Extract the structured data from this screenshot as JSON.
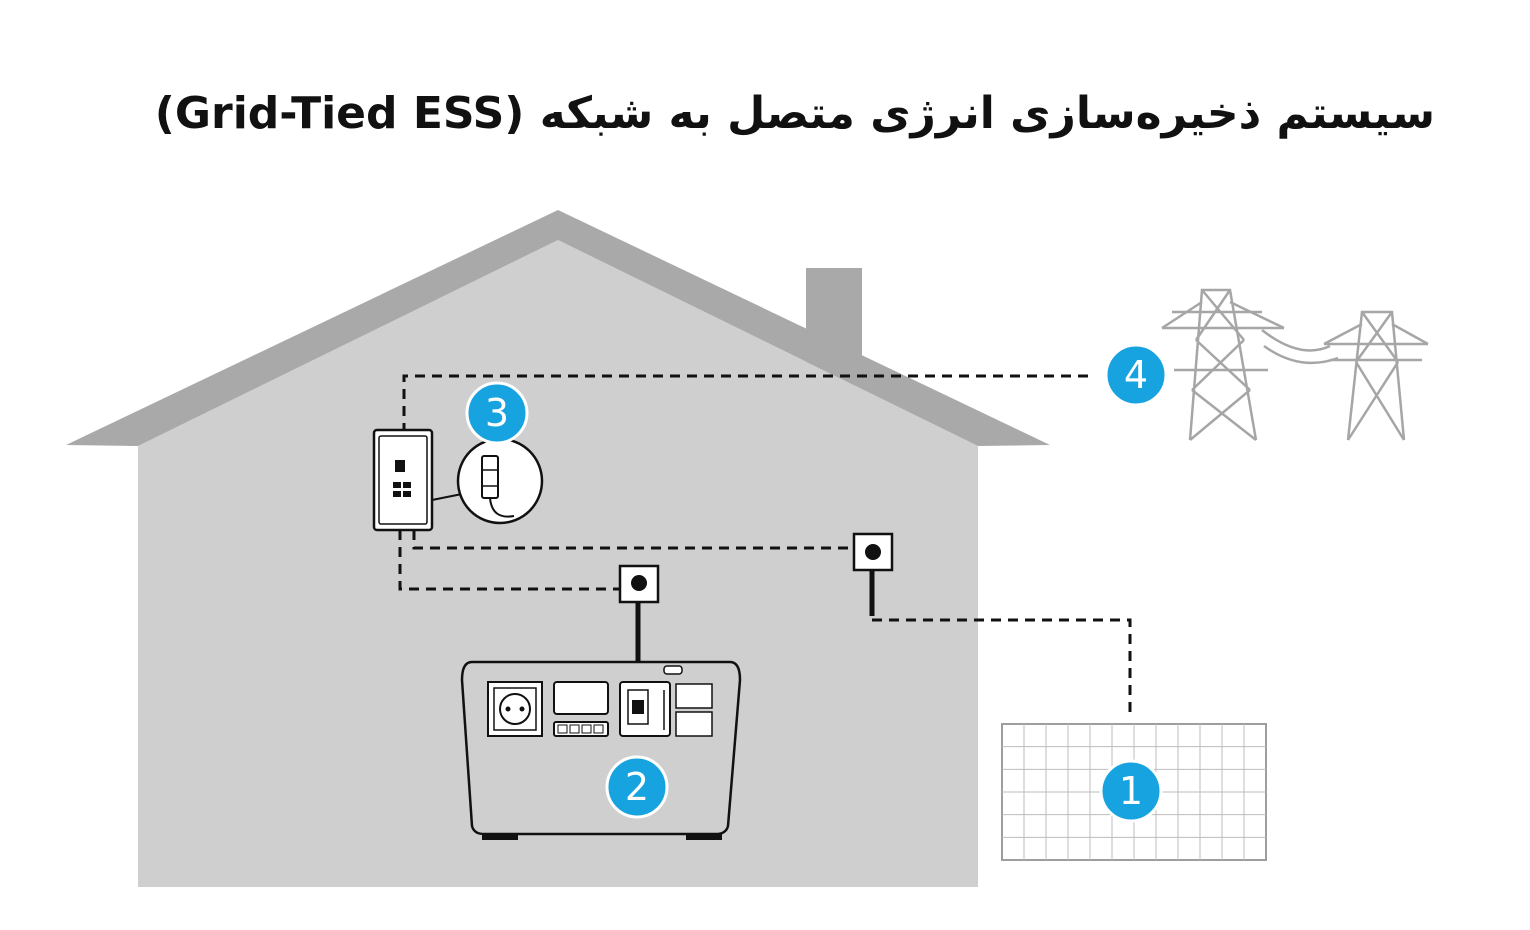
{
  "title": "سیستم ذخیره‌سازی انرژی متصل به شبکه (Grid-Tied ESS)",
  "colors": {
    "house": "#cfcfcf",
    "roof": "#a9a9a9",
    "badge": "#16a3df",
    "line": "#111111",
    "panel_grid": "#bdbdbd",
    "tower": "#a6a6a6"
  },
  "badges": [
    {
      "label": "1",
      "refers_to": "solar-panel"
    },
    {
      "label": "2",
      "refers_to": "power-station"
    },
    {
      "label": "3",
      "refers_to": "smart-meter"
    },
    {
      "label": "4",
      "refers_to": "power-grid"
    }
  ]
}
